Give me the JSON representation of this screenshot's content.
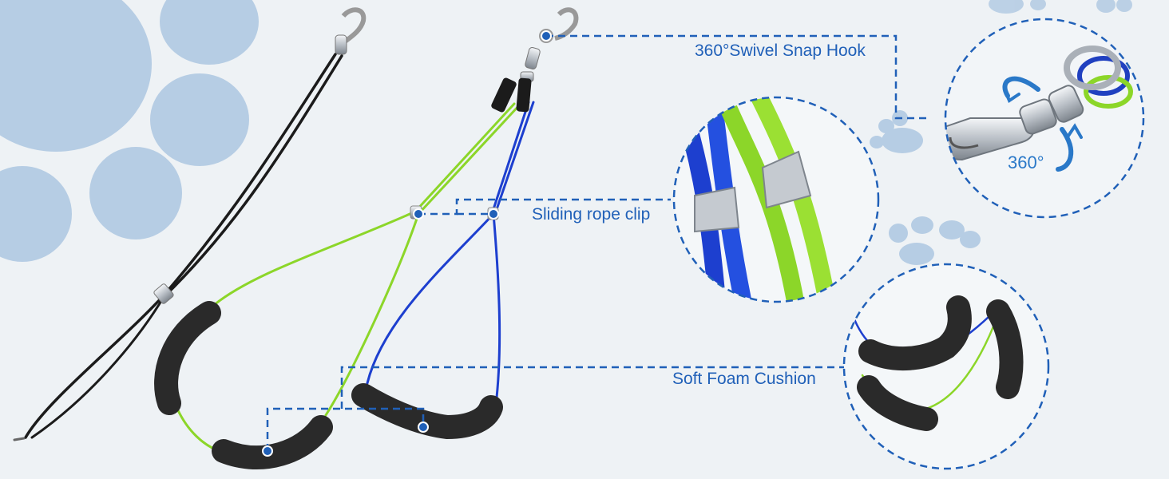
{
  "colors": {
    "background": "#eef2f5",
    "paw": "#b6cde4",
    "accent_blue": "#2060b8",
    "leash_black": "#1b1b1b",
    "cable_green": "#8cd629",
    "cable_blue": "#1d3fcf",
    "foam": "#2a2a2a",
    "metal": "#c9ced4"
  },
  "callouts": {
    "swivel_hook": "360°Swivel Snap Hook",
    "rope_clip": "Sliding rope clip",
    "foam_cushion": "Soft Foam Cushion",
    "rotation": "360°"
  },
  "icons": [
    "paw-print-icon",
    "rotation-arrow-icon"
  ]
}
